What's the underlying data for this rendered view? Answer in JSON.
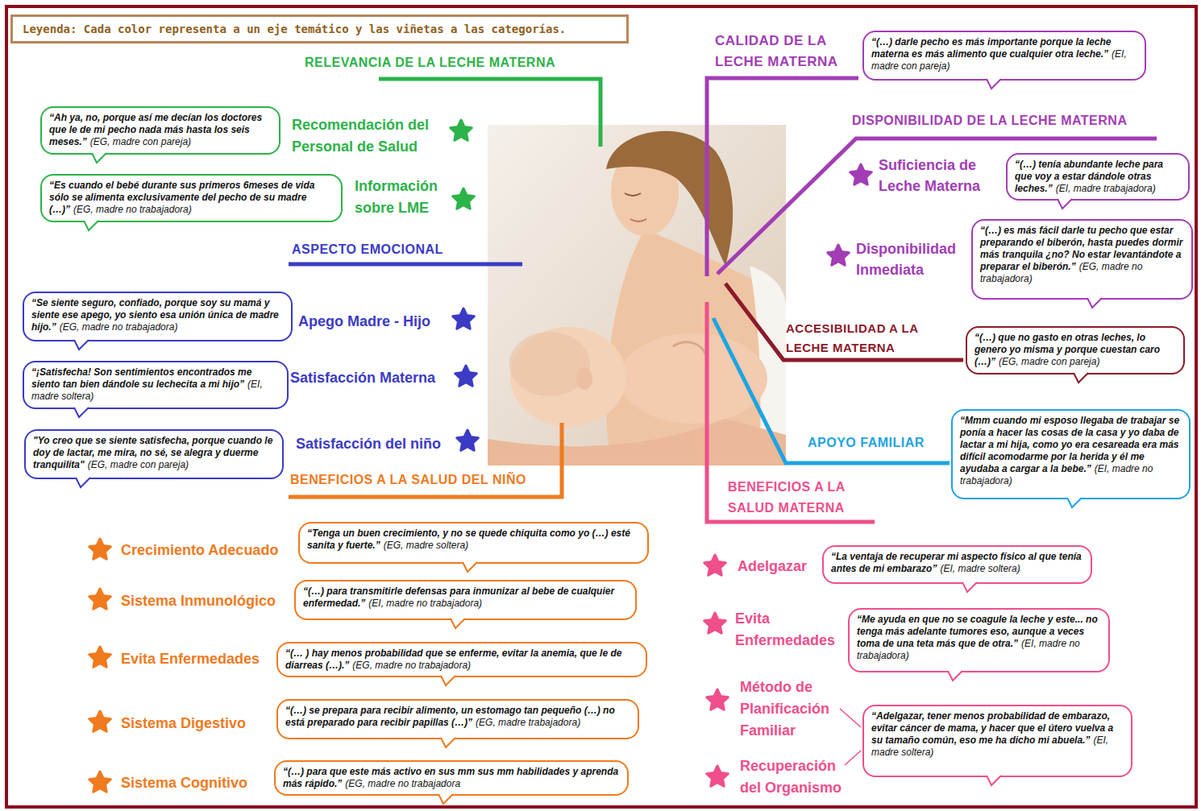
{
  "diagram": {
    "nodes": [
      {
        "text": [
          "Leyenda: Cada color representa a un eje temático y las viñetas a las categorías."
        ]
      },
      {
        "text": [
          "“Ah ya, no, porque así me decían los doctores que le de mi pecho nada más hasta los seis meses.”",
          "(EG, madre con pareja)"
        ]
      },
      {
        "text": [
          "“Es cuando el bebé durante sus primeros 6meses de vida sólo se alimenta exclusivamente del pecho de su madre (…)”",
          "(EG, madre no trabajadora)"
        ]
      },
      {
        "text": [
          "“Se siente seguro, confiado, porque soy su mamá y siente ese apego, yo siento esa unión única de madre hijo.”",
          "(EG, madre no trabajadora)"
        ]
      },
      {
        "text": [
          "“¡Satisfecha! Son sentimientos encontrados me siento tan bien dándole su lechecita a mi hijo”",
          "(EI, madre soltera)"
        ]
      },
      {
        "text": [
          "\"Yo creo que se siente satisfecha, porque cuando le doy de lactar, me mira, no sé, se alegra y duerme tranquilita\"",
          "(EG, madre con pareja)"
        ]
      },
      {
        "text": [
          "“Tenga un buen crecimiento, y no se quede chiquita como yo (…) esté sanita y fuerte.”",
          "(EG, madre soltera)"
        ]
      },
      {
        "text": [
          "“(…) para transmitirle defensas para inmunizar al bebe de cualquier enfermedad.”",
          "(EI, madre no trabajadora)"
        ]
      },
      {
        "text": [
          "“(… ) hay menos probabilidad que se enferme, evitar la anemia, que le de diarreas (…).”",
          "(EG, madre no trabajadora)"
        ]
      },
      {
        "text": [
          "“(…) se prepara para recibir alimento, un estomago tan pequeño (…) no está preparado para recibir papillas (…)”",
          "(EG, madre trabajadora)"
        ]
      },
      {
        "text": [
          "“(…) para que este más activo en sus mm sus mm habilidades y aprenda más rápido.”",
          "(EG, madre no trabajadora"
        ]
      },
      {
        "text": [
          "“(…) darle pecho es más importante porque la leche materna es más alimento que cualquier otra leche.”",
          "(EI, madre con pareja)"
        ]
      },
      {
        "text": [
          "“(…) tenía abundante leche para que voy a estar dándole otras leches.”",
          "(EI, madre trabajadora)"
        ]
      },
      {
        "text": [
          "“(…) es más fácil darle tu pecho que estar preparando el biberón, hasta puedes dormir más tranquila ¿no? No estar levantándote a preparar el biberón.”",
          "(EG, madre no trabajadora)"
        ]
      },
      {
        "text": [
          "“(…) que no gasto en otras leches, lo genero yo misma y porque cuestan caro (…)”",
          "(EG, madre con pareja)"
        ]
      },
      {
        "text": [
          "“Mmm cuando mi esposo llegaba de trabajar se ponía a hacer las cosas de la casa y yo daba de lactar a mi hija, como yo era cesareada era más difícil acomodarme por la herida y él me ayudaba a cargar a la bebe.”",
          "(EI, madre no trabajadora)"
        ]
      },
      {
        "text": [
          "“La ventaja de recuperar mi aspecto físico al que tenía antes de mi embarazo”",
          "(EI, madre soltera)"
        ]
      },
      {
        "text": [
          "“Me ayuda en que no se coagule la leche y este... no tenga más adelante tumores eso, aunque a veces toma de una teta más que de otra.”",
          "(EI, madre no trabajadora)"
        ]
      },
      {
        "text": [
          "“Adelgazar, tener menos probabilidad de embarazo, evitar cáncer de mama, y hacer que el útero vuelva a su tamaño común, eso me ha dicho mi abuela.”",
          "(EI, madre soltera)"
        ]
      }
    ],
    "labels": [
      "RELEVANCIA DE LA LECHE MATERNA",
      "Recomendación del Personal de Salud",
      "Información sobre LME",
      "ASPECTO EMOCIONAL",
      "Apego Madre - Hijo",
      "Satisfacción Materna",
      "Satisfacción del niño",
      "BENEFICIOS A LA SALUD DEL NIÑO",
      "Crecimiento Adecuado",
      "Sistema Inmunológico",
      "Evita Enfermedades",
      "Sistema Digestivo",
      "Sistema Cognitivo",
      "CALIDAD DE LA LECHE MATERNA",
      "DISPONIBILIDAD DE LA LECHE MATERNA",
      "Suficiencia de Leche Materna",
      "Disponibilidad Inmediata",
      "ACCESIBILIDAD A LA LECHE MATERNA",
      "APOYO FAMILIAR",
      "BENEFICIOS A LA SALUD MATERNA",
      "Adelgazar",
      "Evita Enfermedades",
      "Método de Planificación Familiar",
      "Recuperación del Organismo"
    ]
  }
}
